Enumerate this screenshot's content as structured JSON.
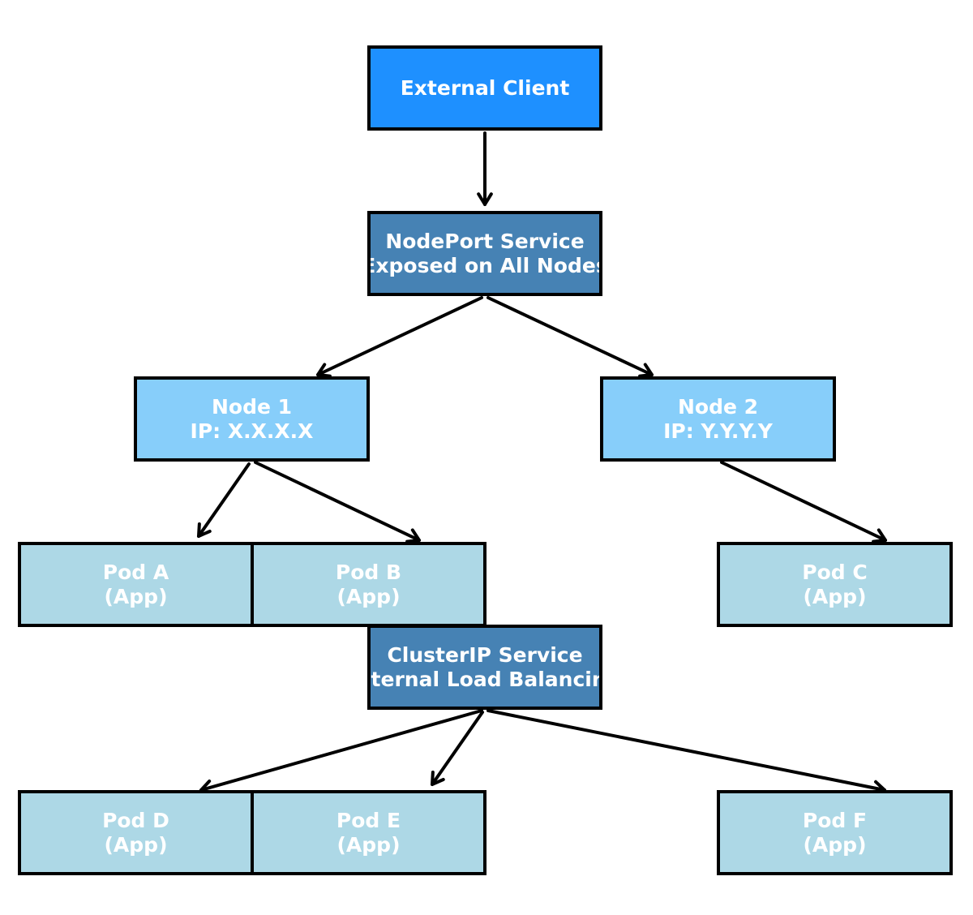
{
  "colors": {
    "client": "#1e90ff",
    "service": "#4682b4",
    "node": "#87cefa",
    "pod": "#add8e6",
    "border": "#000000",
    "text": "#ffffff"
  },
  "nodes": {
    "client": {
      "line1": "External Client",
      "line2": ""
    },
    "nodeport": {
      "line1": "NodePort Service",
      "line2": "Exposed on All Nodes"
    },
    "node1": {
      "line1": "Node 1",
      "line2": "IP: X.X.X.X"
    },
    "node2": {
      "line1": "Node 2",
      "line2": "IP: Y.Y.Y.Y"
    },
    "poda": {
      "line1": "Pod A",
      "line2": "(App)"
    },
    "podb": {
      "line1": "Pod B",
      "line2": "(App)"
    },
    "podc": {
      "line1": "Pod C",
      "line2": "(App)"
    },
    "cluster": {
      "line1": "ClusterIP Service",
      "line2": "Internal Load Balancing"
    },
    "podd": {
      "line1": "Pod D",
      "line2": "(App)"
    },
    "pode": {
      "line1": "Pod E",
      "line2": "(App)"
    },
    "podf": {
      "line1": "Pod F",
      "line2": "(App)"
    }
  },
  "edges": [
    {
      "from": "client",
      "to": "nodeport"
    },
    {
      "from": "nodeport",
      "to": "node1"
    },
    {
      "from": "nodeport",
      "to": "node2"
    },
    {
      "from": "node1",
      "to": "poda"
    },
    {
      "from": "node1",
      "to": "podb"
    },
    {
      "from": "node2",
      "to": "podc"
    },
    {
      "from": "cluster",
      "to": "podd"
    },
    {
      "from": "cluster",
      "to": "pode"
    },
    {
      "from": "cluster",
      "to": "podf"
    }
  ]
}
